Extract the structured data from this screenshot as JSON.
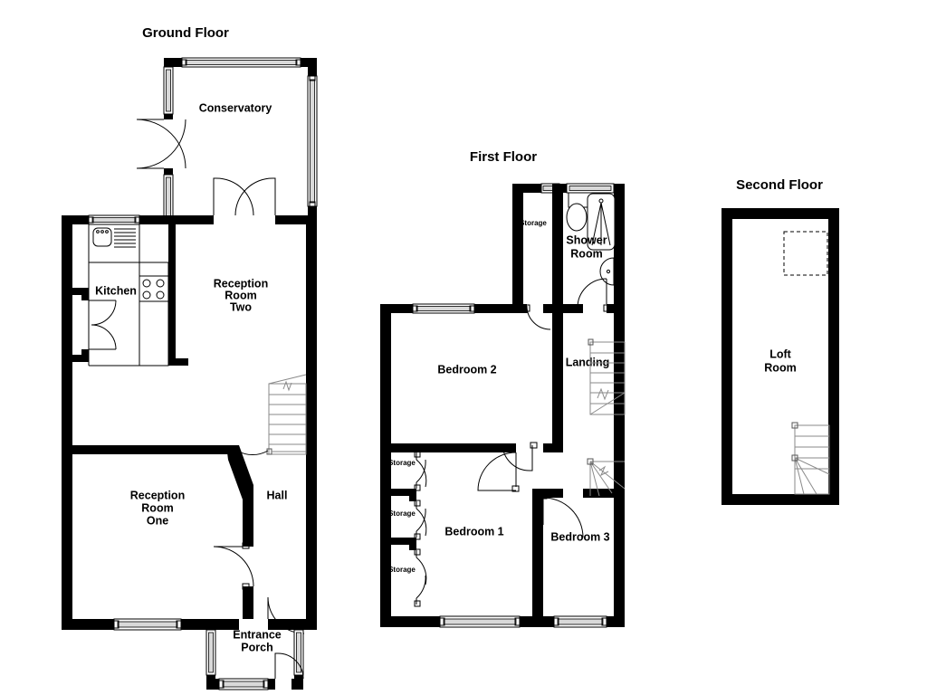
{
  "document": {
    "kind": "floor-plan",
    "background_color": "#ffffff",
    "line_color": "#000000",
    "window_glass_color": "#d9d9d9",
    "stair_color": "#8a8a8a"
  },
  "floors": [
    {
      "id": "ground",
      "title": "Ground Floor",
      "rooms": [
        {
          "id": "conservatory",
          "label": "Conservatory"
        },
        {
          "id": "kitchen",
          "label": "Kitchen"
        },
        {
          "id": "reception-two",
          "label": "Reception\nRoom\nTwo",
          "lines": [
            "Reception",
            "Room",
            "Two"
          ]
        },
        {
          "id": "reception-one",
          "label": "Reception\nRoom\nOne",
          "lines": [
            "Reception",
            "Room",
            "One"
          ]
        },
        {
          "id": "hall",
          "label": "Hall"
        },
        {
          "id": "entrance-porch",
          "label": "Entrance\nPorch",
          "lines": [
            "Entrance",
            "Porch"
          ]
        }
      ],
      "fixtures": [
        "sink",
        "hob",
        "staircase"
      ]
    },
    {
      "id": "first",
      "title": "First Floor",
      "rooms": [
        {
          "id": "storage-top",
          "label": "Storage"
        },
        {
          "id": "shower-room",
          "label": "Shower\nRoom",
          "lines": [
            "Shower",
            "Room"
          ]
        },
        {
          "id": "bedroom-2",
          "label": "Bedroom 2"
        },
        {
          "id": "landing",
          "label": "Landing"
        },
        {
          "id": "storage-1",
          "label": "Storage"
        },
        {
          "id": "storage-2",
          "label": "Storage"
        },
        {
          "id": "storage-3",
          "label": "Storage"
        },
        {
          "id": "bedroom-1",
          "label": "Bedroom 1"
        },
        {
          "id": "bedroom-3",
          "label": "Bedroom 3"
        }
      ],
      "fixtures": [
        "wc",
        "shower-tray",
        "wash-basin",
        "staircase-down",
        "staircase-up"
      ]
    },
    {
      "id": "second",
      "title": "Second Floor",
      "rooms": [
        {
          "id": "loft-room",
          "label": "Loft\nRoom",
          "lines": [
            "Loft",
            "Room"
          ]
        }
      ],
      "fixtures": [
        "roof-hatch",
        "staircase-down"
      ]
    }
  ]
}
